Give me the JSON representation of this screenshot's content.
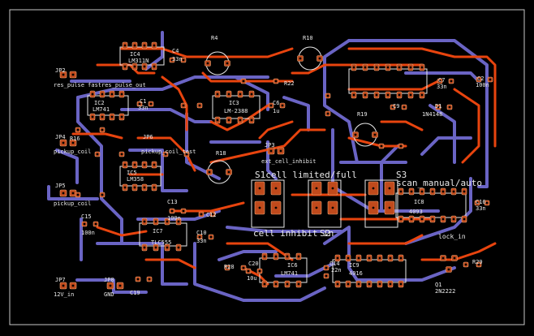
{
  "colors": {
    "background": "#000000",
    "outline": "#c8c8c8",
    "top_trace": "#e8440e",
    "bottom_trace": "#6a64c4",
    "pad": "#c04a1c",
    "silk": "#e8e8e8"
  },
  "labels": {
    "ic4": "IC4",
    "ic4_part": "LM311N",
    "c4": "C4",
    "c4_val": "33n",
    "r4": "R4",
    "r10": "R10",
    "jp2": "JP2",
    "pulse_row": "res_pulse fastres_pulse_out",
    "ic2": "IC2",
    "ic2_part": "LM741",
    "c1": "C1",
    "c1_val": "33n",
    "ic3": "IC3",
    "ic3_part": "LM-2388",
    "c6": "C6",
    "c6_val": "1u",
    "jp4": "JP4",
    "pickup_coil": "pickup_coil",
    "pickup_coil_test": "pickup_coil_test",
    "jp6": "JP6",
    "r18": "R18",
    "jp3": "JP3",
    "ext_cell_inhibit": "ext_cell_inhibit",
    "s1_label": "S1cell limited/full",
    "s3": "S3",
    "scan_label": "scan_manual/auto",
    "jp5": "JP5",
    "pickup_coil_2": "pickup_coil",
    "ic5": "IC5",
    "ic5_part": "LM358",
    "c13": "C13",
    "c13_val": "100n",
    "c12": "C12",
    "c15": "C15",
    "c15_val": "100n",
    "ic7": "IC7",
    "ic7_part": "TLC555",
    "c10": "C10",
    "c10_val": "33n",
    "cell_inhibit": "cell inhibit in",
    "s2": "S2",
    "ic6": "IC6",
    "ic6_part": "LM741",
    "ic9": "IC9",
    "ic9_part": "4016",
    "c20": "C20",
    "c20_val": "10u",
    "c14": "C14",
    "c14_val": "22n",
    "jp7": "JP7",
    "v12": "12V_in",
    "jp8": "JP8",
    "gnd": "GND",
    "c19": "C19",
    "c16": "C16",
    "c16_val": "33n",
    "ic8": "IC8",
    "ic8_part": "4093",
    "lock_in": "lock_in",
    "q1": "Q1",
    "q1_part": "2N2222",
    "c2": "C2",
    "c2_val": "100n",
    "c7": "C7",
    "c7_val": "33n",
    "c9": "C9",
    "d1": "D1",
    "d1_part": "1N4148",
    "r19": "R19",
    "r16": "R16",
    "r22": "R22",
    "r28": "R28",
    "r29": "R29"
  }
}
